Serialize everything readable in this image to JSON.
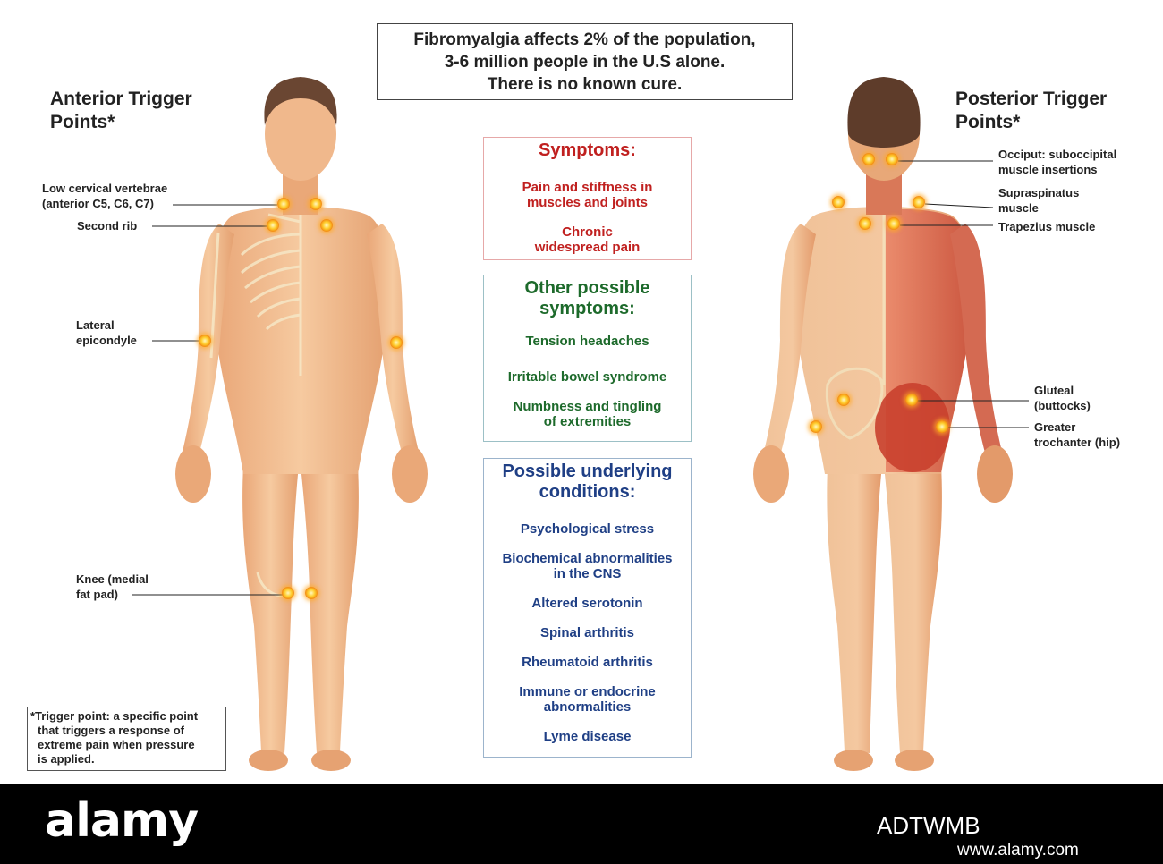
{
  "headline": {
    "lines": [
      "Fibromyalgia affects 2% of the population,",
      "3-6 million people in the U.S alone.",
      "There is no known cure."
    ]
  },
  "anterior": {
    "title_lines": [
      "Anterior Trigger",
      "Points*"
    ],
    "labels": {
      "cervical": [
        "Low cervical vertebrae",
        "(anterior C5, C6, C7)"
      ],
      "second_rib": "Second rib",
      "lateral_epicondyle": [
        "Lateral",
        "epicondyle"
      ],
      "knee": [
        "Knee (medial",
        "fat pad)"
      ]
    }
  },
  "posterior": {
    "title_lines": [
      "Posterior Trigger",
      "Points*"
    ],
    "labels": {
      "occiput": [
        "Occiput: suboccipital",
        "muscle insertions"
      ],
      "supraspinatus": [
        "Supraspinatus",
        "muscle"
      ],
      "trapezius": "Trapezius muscle",
      "gluteal": [
        "Gluteal",
        "(buttocks)"
      ],
      "trochanter": [
        "Greater",
        "trochanter (hip)"
      ]
    }
  },
  "symptoms": {
    "heading": "Symptoms:",
    "items": [
      [
        "Pain and stiffness in",
        "muscles and joints"
      ],
      [
        "Chronic",
        "widespread pain"
      ]
    ]
  },
  "other_symptoms": {
    "heading_lines": [
      "Other possible",
      "symptoms:"
    ],
    "items": [
      [
        "Tension headaches"
      ],
      [
        "Irritable bowel syndrome"
      ],
      [
        "Numbness and tingling",
        "of extremities"
      ]
    ]
  },
  "underlying": {
    "heading_lines": [
      "Possible underlying",
      "conditions:"
    ],
    "items": [
      [
        "Psychological stress"
      ],
      [
        "Biochemical abnormalities",
        "in the CNS"
      ],
      [
        "Altered serotonin"
      ],
      [
        "Spinal arthritis"
      ],
      [
        "Rheumatoid arthritis"
      ],
      [
        "Immune or endocrine",
        "abnormalities"
      ],
      [
        "Lyme disease"
      ]
    ]
  },
  "footnote": {
    "lines": [
      "*Trigger point: a specific point",
      "that triggers a response of",
      "extreme pain when pressure",
      "is applied."
    ]
  },
  "footer": {
    "logo": "alamy",
    "image_id": "ADTWMB",
    "site": "www.alamy.com"
  },
  "colors": {
    "symptoms": "#c0201f",
    "other": "#1d6a2b",
    "underlying": "#1f3f85",
    "skin": "#f1b98a",
    "muscle": "#d9604a",
    "trigger": "#ffcf30"
  }
}
